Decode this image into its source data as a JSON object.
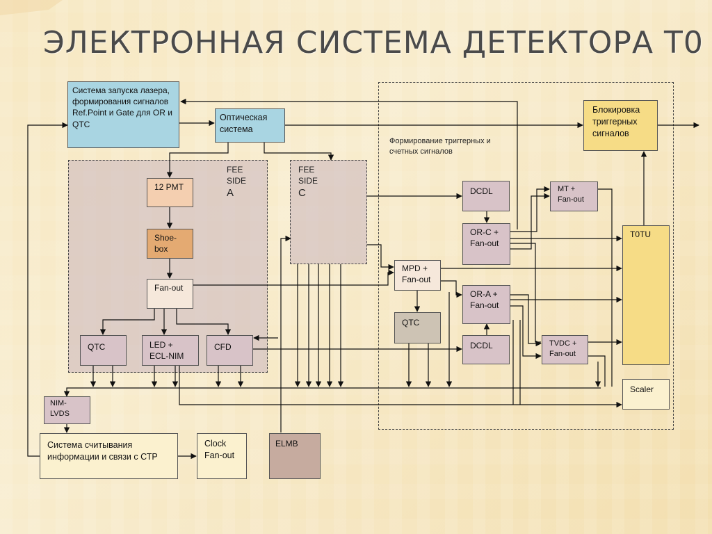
{
  "title": "ЭЛЕКТРОННАЯ СИСТЕМА ДЕТЕКТОРА T0",
  "blocks": {
    "laser": "Система  запуска лазера, формирования сигналов Ref.Point и Gate для OR и QTC",
    "optical": "Оптическая система",
    "trigger_block": "Блокировка триггерных сигналов",
    "trigger_forming": "Формирование триггерных и счетных сигналов",
    "fee_a_line1": "FEE",
    "fee_a_line2": "SIDE",
    "fee_a_line3": "A",
    "fee_c_line1": "FEE",
    "fee_c_line2": "SIDE",
    "fee_c_line3": "C",
    "pmt": "12 PMT",
    "shoebox": "Shoe-box",
    "fanout": "Fan-out",
    "qtc_a": "QTC",
    "led": "LED + ECL-NIM",
    "cfd": "CFD",
    "dcdl_top": "DCDL",
    "orc": "OR-C + Fan-out",
    "mt": "MT + Fan-out",
    "mpd": "MPD  + Fan-out",
    "ora": "OR-A + Fan-out",
    "qtc_c": "QTC",
    "dcdl_bottom": "DCDL",
    "tvdc": "TVDC + Fan-out",
    "t0tu": "T0TU",
    "scaler": "Scaler",
    "nim_lvds": "NIM-LVDS",
    "readout": "Система считывания информации и связи с СТР",
    "clock": "Clock Fan-out",
    "elmb": "ELMB"
  }
}
